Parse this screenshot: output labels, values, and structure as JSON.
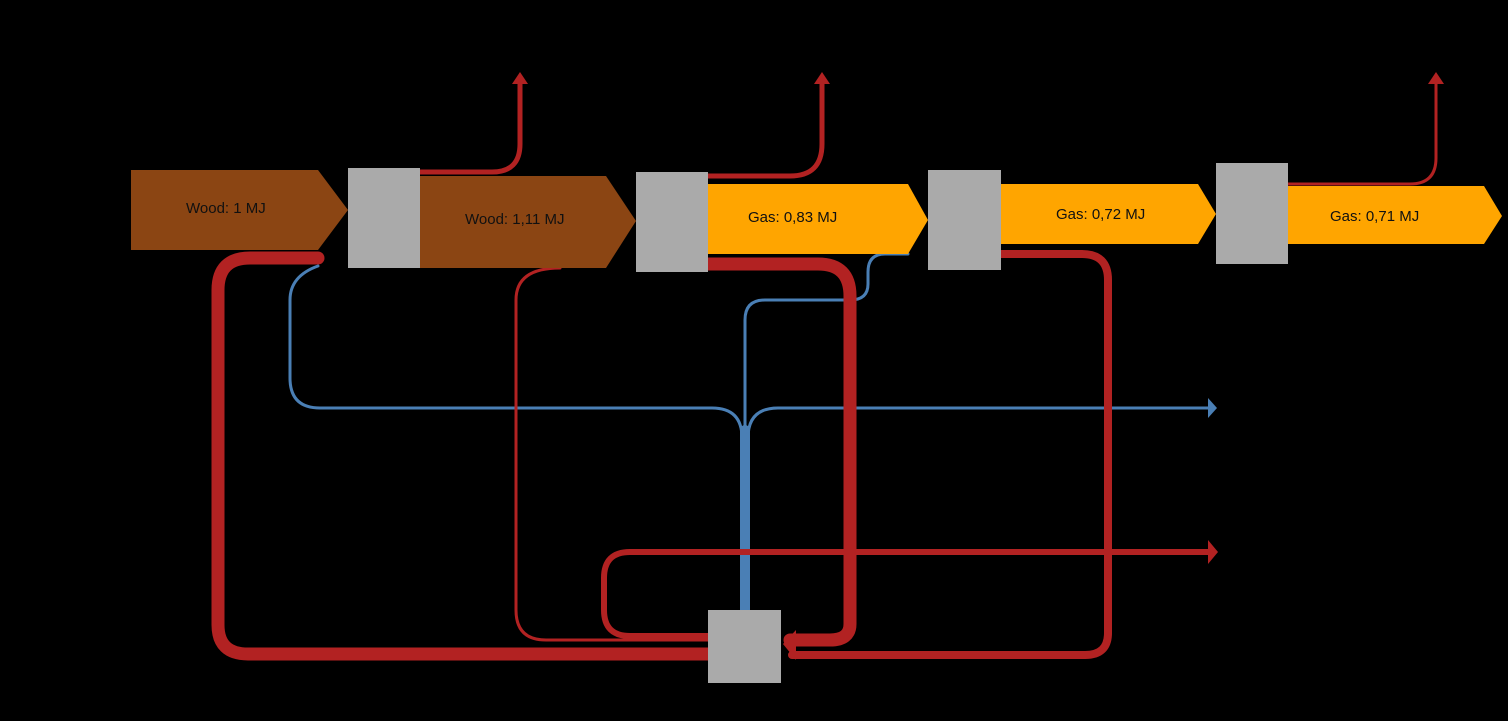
{
  "diagram": {
    "colors": {
      "background": "#000000",
      "wood": "#8B4513",
      "gas": "#FFA500",
      "process_box": "#AAAAAA",
      "heat_loss": "#B22222",
      "electricity": "#4A7FB5"
    },
    "flows": {
      "wood_input": "Wood: 1 MJ",
      "wood_dried": "Wood: 1,11 MJ",
      "gas_stage1": "Gas: 0,83 MJ",
      "gas_stage2": "Gas: 0,72 MJ",
      "gas_stage3": "Gas: 0,71 MJ"
    }
  }
}
